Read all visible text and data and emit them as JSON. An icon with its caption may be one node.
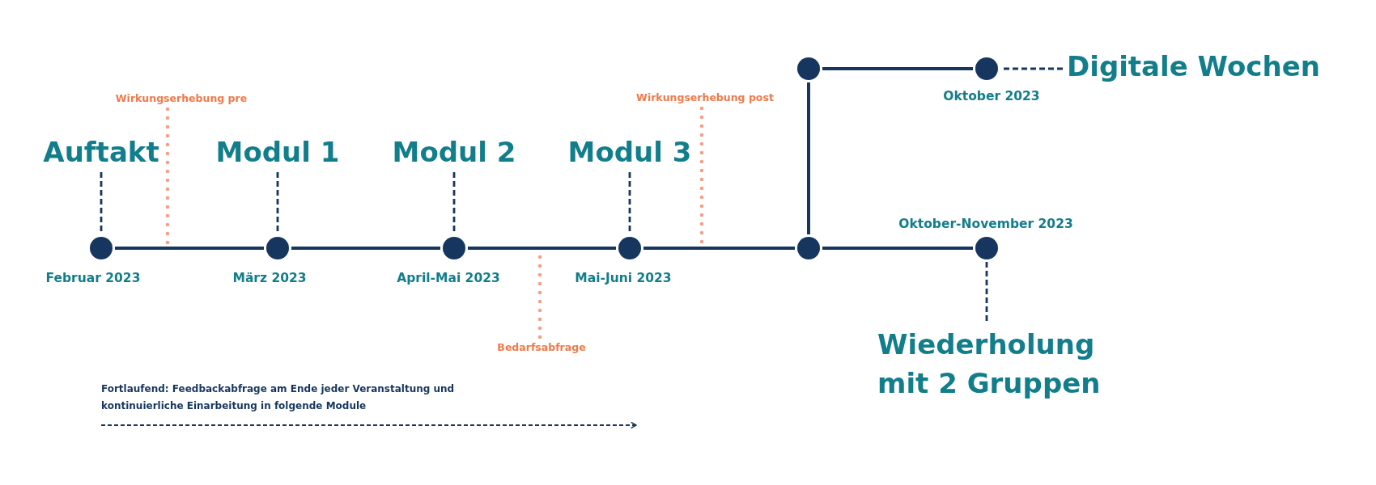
{
  "diagram": {
    "nodes": [
      {
        "text": [
          "Auftakt"
        ]
      },
      {
        "text": [],
        "shape": "circle",
        "beside": [
          "Februar 2023"
        ]
      },
      {
        "text": [
          "Modul 1"
        ]
      },
      {
        "text": [],
        "shape": "circle",
        "beside": [
          "März 2023"
        ]
      },
      {
        "text": [
          "Modul 2"
        ]
      },
      {
        "text": [],
        "shape": "circle",
        "beside": [
          "April-Mai 2023"
        ]
      },
      {
        "text": [
          "Modul 3"
        ]
      },
      {
        "text": [],
        "shape": "circle",
        "beside": [
          "Mai-Juni 2023"
        ]
      },
      {
        "text": [],
        "shape": "circle"
      },
      {
        "text": [],
        "shape": "circle",
        "beside": [
          "Oktober 2023"
        ]
      },
      {
        "text": [
          "Digitale Wochen"
        ]
      },
      {
        "text": [],
        "shape": "circle"
      },
      {
        "text": [],
        "shape": "circle",
        "beside": [
          "Oktober-November 2023"
        ]
      },
      {
        "text": [
          "Wiederholung mit 2 Gruppen"
        ]
      },
      {
        "text": [
          "Wirkungserhebung pre"
        ]
      },
      {
        "text": [
          "Wirkungserhebung post"
        ]
      },
      {
        "text": [
          "Bedarfsabfrage"
        ]
      }
    ],
    "edges": [
      {
        "from": 0,
        "to": 1,
        "arrow": "none",
        "style": "dashed"
      },
      {
        "from": 2,
        "to": 3,
        "arrow": "none",
        "style": "dashed"
      },
      {
        "from": 4,
        "to": 5,
        "arrow": "none",
        "style": "dashed"
      },
      {
        "from": 6,
        "to": 7,
        "arrow": "none",
        "style": "dashed"
      },
      {
        "from": 1,
        "to": 3,
        "arrow": "none"
      },
      {
        "from": 3,
        "to": 5,
        "arrow": "none"
      },
      {
        "from": 5,
        "to": 7,
        "arrow": "none"
      },
      {
        "from": 7,
        "to": 11,
        "arrow": "none"
      },
      {
        "from": 11,
        "to": 8,
        "arrow": "none"
      },
      {
        "from": 8,
        "to": 9,
        "arrow": "none"
      },
      {
        "from": 10,
        "to": 9,
        "arrow": "none",
        "style": "dashed"
      },
      {
        "from": 11,
        "to": 12,
        "arrow": "none"
      },
      {
        "from": 13,
        "to": 12,
        "arrow": "none",
        "style": "dashed"
      },
      {
        "from": 14,
        "to": null,
        "arrow": "none",
        "style": "dashed",
        "color": "#f5a086"
      },
      {
        "from": 15,
        "to": null,
        "arrow": "none",
        "style": "dashed",
        "color": "#f5a086"
      },
      {
        "from": 16,
        "to": null,
        "arrow": "none",
        "style": "dashed",
        "color": "#f5a086"
      }
    ],
    "labels": [
      "Fortlaufend: Feedbackabfrage am Ende jeder Veranstaltung und kontinuierliche Einarbeitung in folgende Module"
    ]
  }
}
